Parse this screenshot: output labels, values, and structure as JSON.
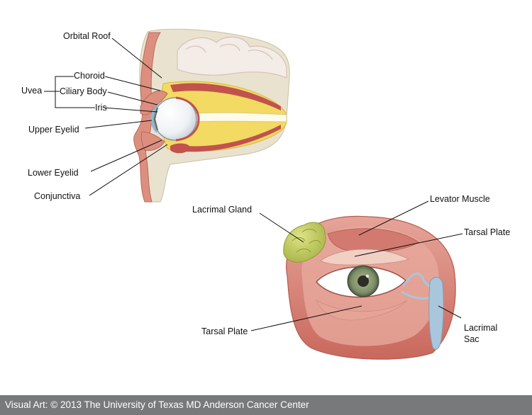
{
  "side_view": {
    "labels": {
      "orbital_roof": "Orbital Roof",
      "uvea": "Uvea",
      "choroid": "Choroid",
      "ciliary_body": "Ciliary Body",
      "iris": "Iris",
      "upper_eyelid": "Upper Eyelid",
      "lower_eyelid": "Lower Eyelid",
      "conjunctiva": "Conjunctiva"
    }
  },
  "front_view": {
    "labels": {
      "lacrimal_gland": "Lacrimal Gland",
      "levator_muscle": "Levator Muscle",
      "tarsal_plate_upper": "Tarsal Plate",
      "tarsal_plate_lower": "Tarsal Plate",
      "lacrimal_sac_line1": "Lacrimal",
      "lacrimal_sac_line2": "Sac"
    }
  },
  "footer": {
    "credit": "Visual Art: © 2013 The University of Texas MD Anderson Cancer Center"
  },
  "colors": {
    "bone": "#e9e2cf",
    "brain": "#f4ece6",
    "fat": "#f2da63",
    "muscle": "#c2524d",
    "skin": "#dd8f7f",
    "iris": "#7c8e6a",
    "gland": "#c3cc5e",
    "duct": "#a9c6dc",
    "footer_bg": "#77797a"
  }
}
